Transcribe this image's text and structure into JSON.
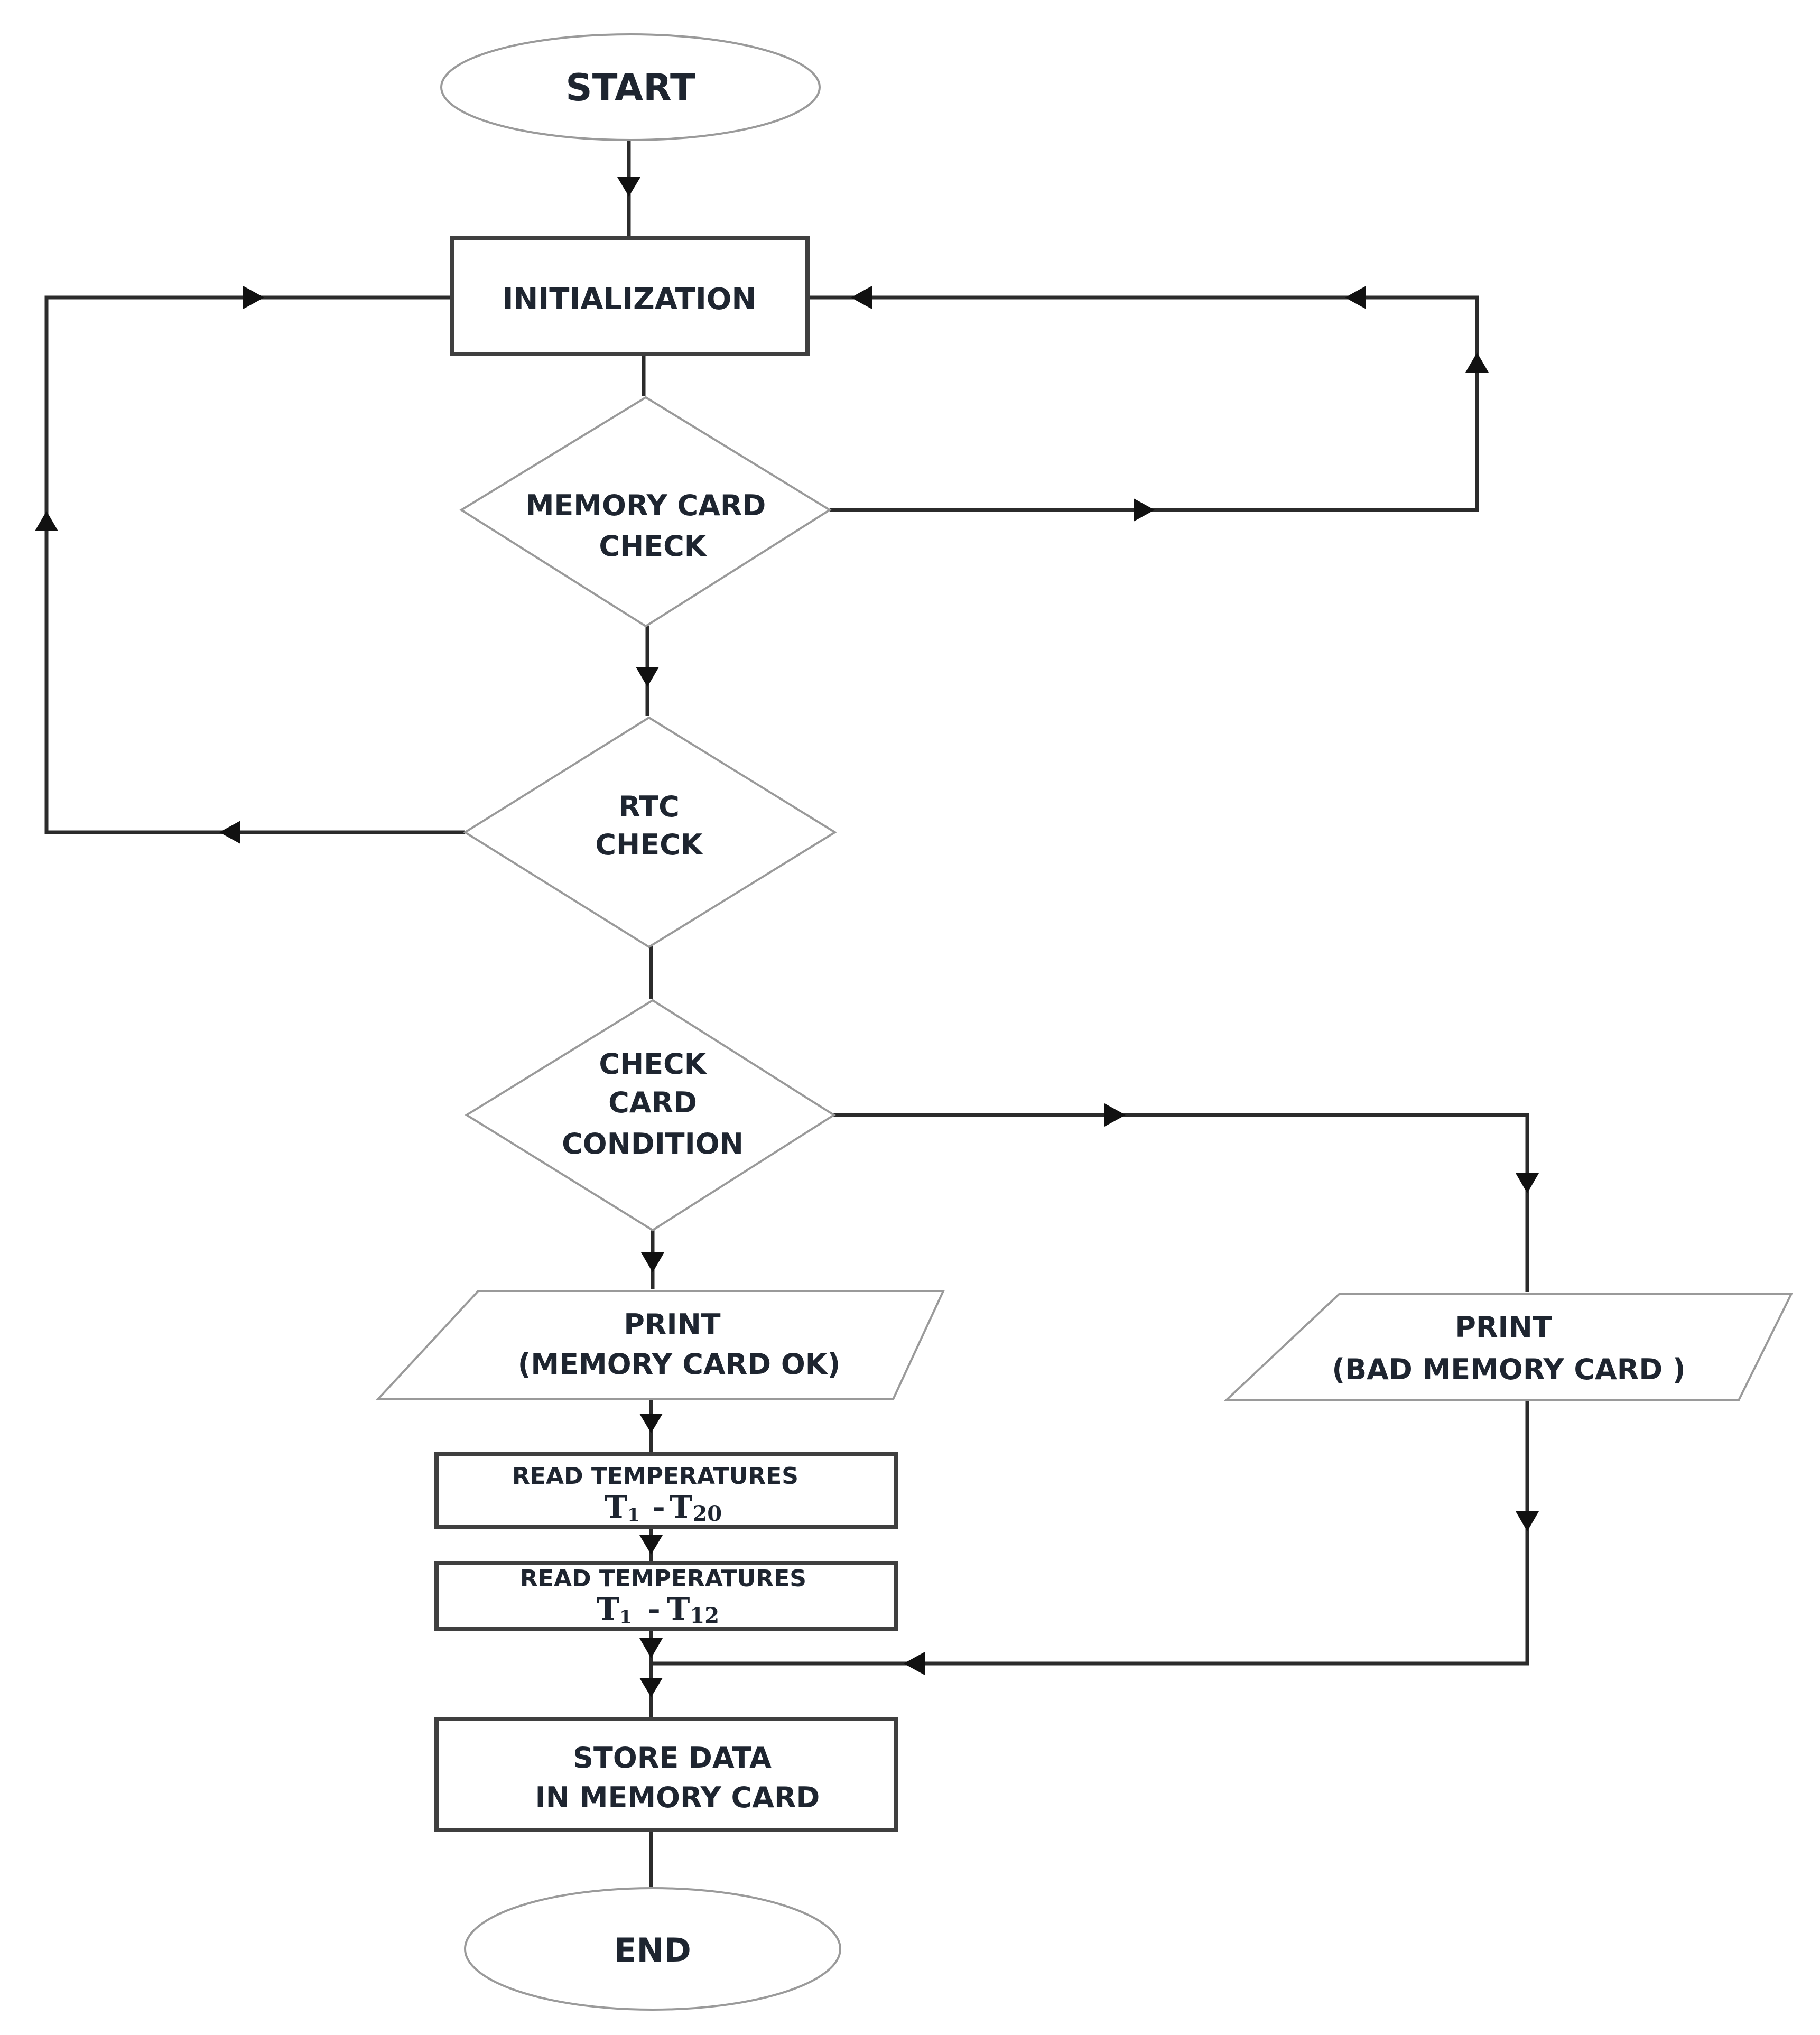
{
  "nodes": {
    "start": "START",
    "initialization": "INITIALIZATION",
    "memory_check": [
      "MEMORY CARD",
      "CHECK"
    ],
    "rtc_check": [
      "RTC",
      "CHECK"
    ],
    "card_condition": [
      "CHECK",
      "CARD",
      "CONDITION"
    ],
    "print_ok": [
      "PRINT",
      "(MEMORY CARD OK)"
    ],
    "print_bad": [
      "PRINT",
      "(BAD MEMORY CARD )"
    ],
    "read_temp_1": {
      "title": "READ TEMPERATURES",
      "range_from": "T",
      "from_sub": "1",
      "sep": "-",
      "range_to": "T",
      "to_sub": "20"
    },
    "read_temp_2": {
      "title": "READ TEMPERATURES",
      "range_from": "T",
      "from_sub": "1",
      "sep": "-",
      "range_to": "T",
      "to_sub": "12"
    },
    "store": [
      "STORE DATA",
      "IN MEMORY CARD"
    ],
    "end": "END"
  },
  "colors": {
    "stroke_dark": "#3f3f3f",
    "stroke_light": "#9a9a9a",
    "text": "#1e2530",
    "background": "#ffffff"
  }
}
